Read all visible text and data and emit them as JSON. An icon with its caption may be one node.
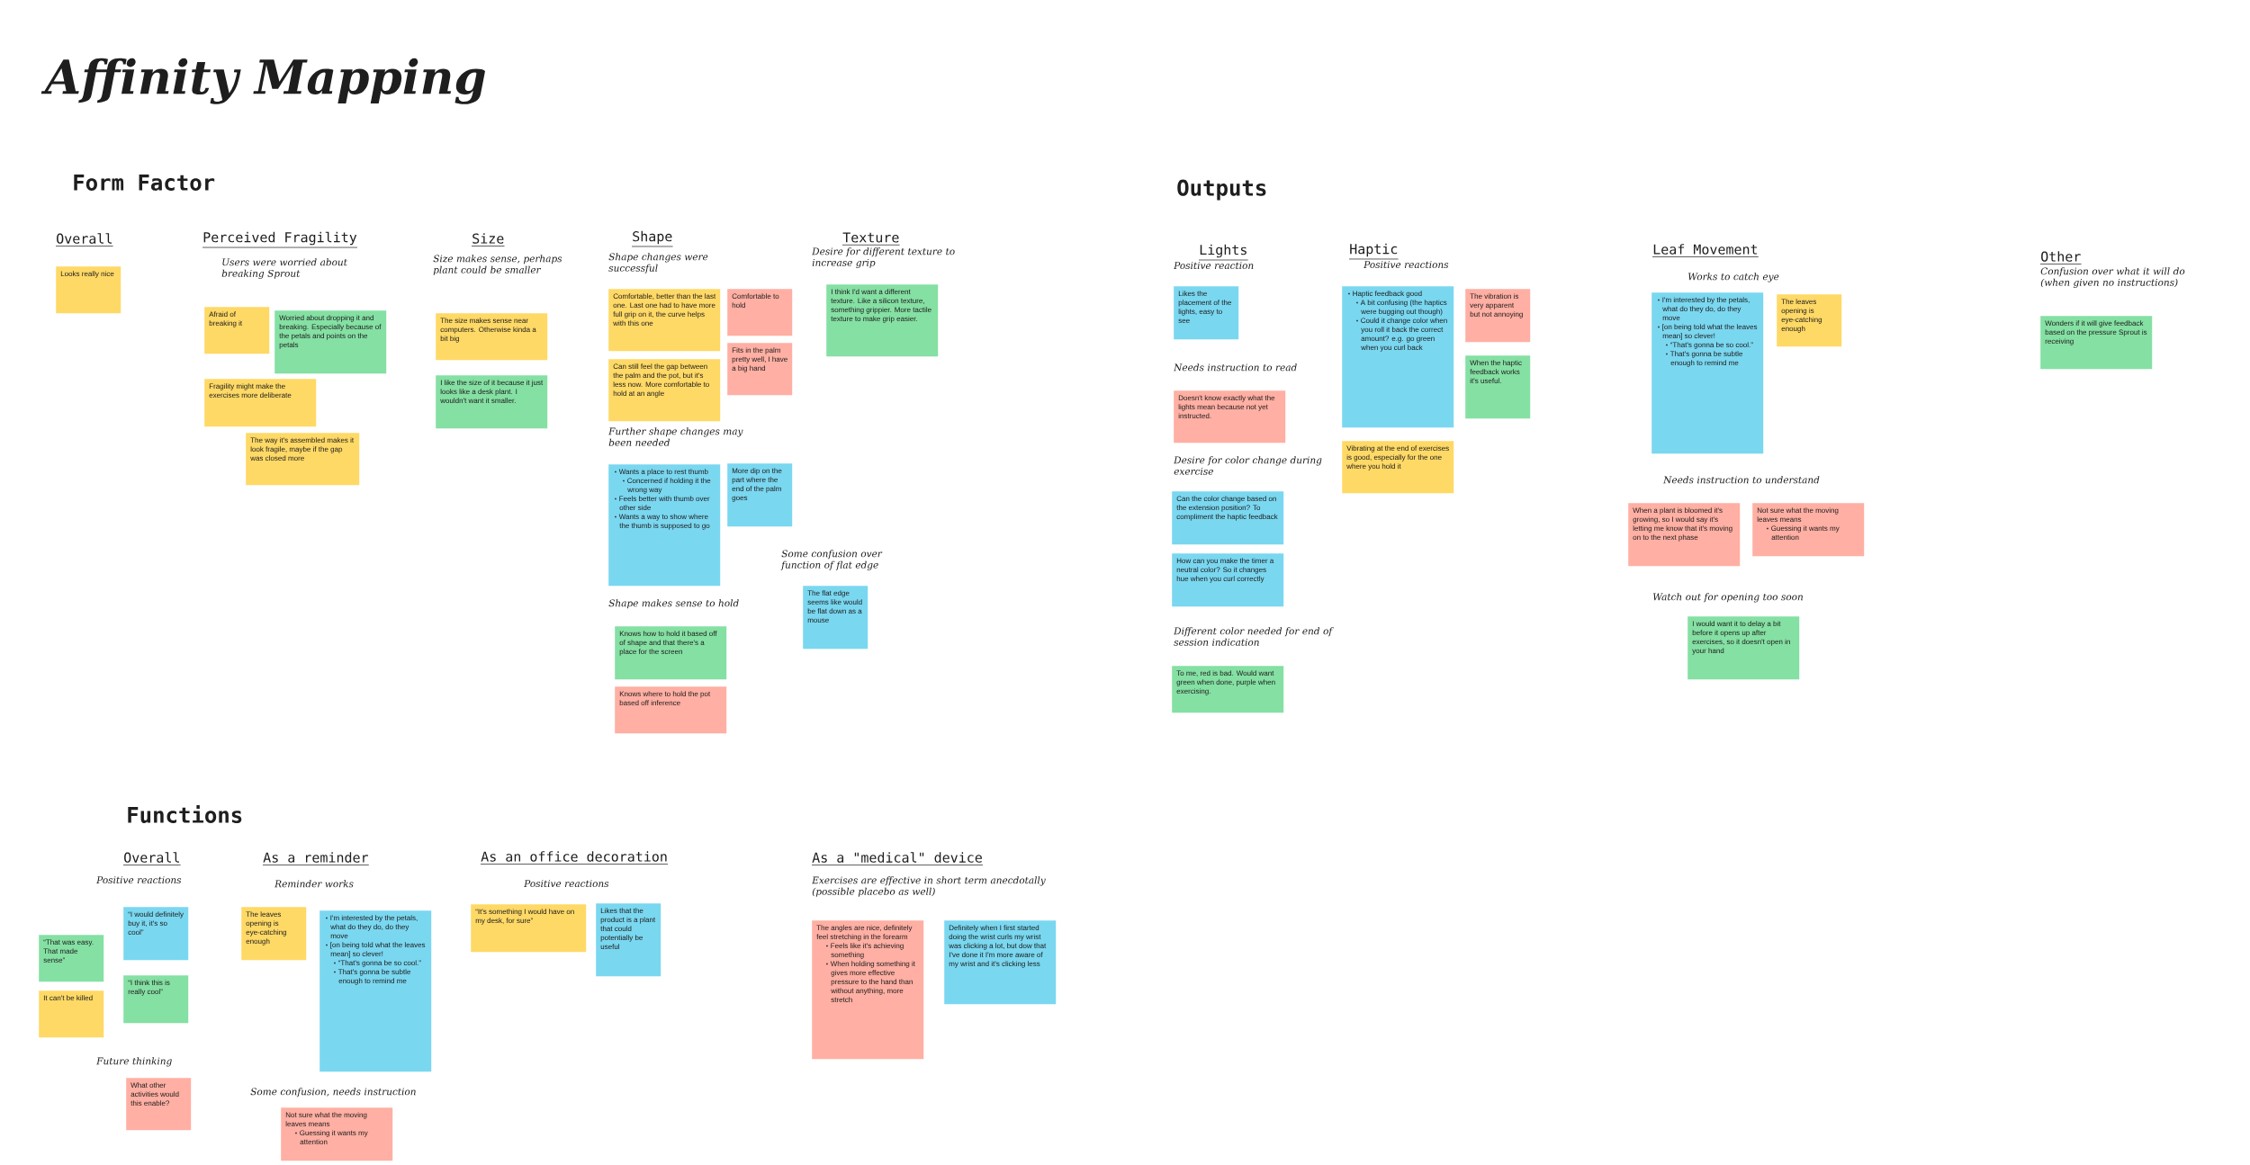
{
  "diagram": {
    "title": "Affinity Mapping",
    "nodes": [
      {
        "text": [
          "Looks really nice"
        ]
      },
      {
        "text": [
          "Afraid of breaking it"
        ]
      },
      {
        "text": [
          "Worried about dropping it and breaking. Especially because of the petals and points on the petals"
        ]
      },
      {
        "text": [
          "Fragility might make the exercises more deliberate"
        ]
      },
      {
        "text": [
          "The way it's assembled makes it look fragile, maybe if the gap was closed more"
        ]
      },
      {
        "text": [
          "The size makes sense near computers. Otherwise kinda a bit big"
        ]
      },
      {
        "text": [
          "I like the size of it because it just looks like a desk plant. I wouldn't want it smaller."
        ]
      },
      {
        "text": [
          "Comfortable, better than the last one. Last one had to have more full grip on it, the curve helps with this one"
        ]
      },
      {
        "text": [
          "Comfortable to hold"
        ]
      },
      {
        "text": [
          "Can still feel the gap between the palm and the pot, but it's less now. More comfortable to hold at an angle"
        ]
      },
      {
        "text": [
          "Fits in the palm pretty well, I have a big hand"
        ]
      },
      {
        "text": [
          "Wants a place to rest thumb",
          "Concerned if holding it the wrong way",
          "Feels better with thumb over other side",
          "Wants a way to show where the thumb is supposed to go"
        ]
      },
      {
        "text": [
          "More dip on the part where the end of the palm goes"
        ]
      },
      {
        "text": [
          "Knows how to hold it based off of shape and that there's a place for the screen"
        ]
      },
      {
        "text": [
          "Knows where to hold the pot based off inference"
        ]
      },
      {
        "text": [
          "I think I'd want a different texture. Like a silicon texture, something grippier. More tactile texture to make grip easier."
        ]
      },
      {
        "text": [
          "The flat edge seems like would be flat down as a mouse"
        ]
      },
      {
        "text": [
          "Likes the placement of the lights, easy to see"
        ]
      },
      {
        "text": [
          "Doesn't know exactly what the lights mean because not yet instructed."
        ]
      },
      {
        "text": [
          "Can the color change based on the extension position? To compliment the haptic feedback"
        ]
      },
      {
        "text": [
          "How can you make the timer a neutral color? So it changes hue when you curl correctly"
        ]
      },
      {
        "text": [
          "To me, red is bad. Would want green when done, purple when exercising."
        ]
      },
      {
        "text": [
          "Haptic feedback good",
          "A bit confusing (the haptics were bugging out though)",
          "Could it change color when you roll it back the correct amount? e.g. go green when you curl back"
        ]
      },
      {
        "text": [
          "The vibration is very apparent but not annoying"
        ]
      },
      {
        "text": [
          "When the haptic feedback works it's useful."
        ]
      },
      {
        "text": [
          "Vibrating at the end of exercises is good, especially for the one where you hold it"
        ]
      },
      {
        "text": [
          "I'm interested by the petals, what do they do, do they move",
          "[on being told what the leaves mean] so clever!",
          "“That's gonna be so cool.”",
          "That's gonna be subtle enough to remind me"
        ]
      },
      {
        "text": [
          "The leaves opening is eye-catching enough"
        ]
      },
      {
        "text": [
          "When a plant is bloomed it's growing, so I would say it's letting me know that it's moving on to the next phase"
        ]
      },
      {
        "text": [
          "Not sure what the moving leaves means",
          "Guessing it wants my attention"
        ]
      },
      {
        "text": [
          "I would want it to delay a bit before it opens up after exercises, so it doesn't open in your hand"
        ]
      },
      {
        "text": [
          "Wonders if it will give feedback based on the pressure Sprout is receiving"
        ]
      },
      {
        "text": [
          "“I would definitely buy it, it's so cool”"
        ]
      },
      {
        "text": [
          "“That was easy. That made sense”"
        ]
      },
      {
        "text": [
          "“I think this is really cool”"
        ]
      },
      {
        "text": [
          "It can't be killed"
        ]
      },
      {
        "text": [
          "What other activities would this enable?"
        ]
      },
      {
        "text": [
          "The leaves opening is eye-catching enough"
        ]
      },
      {
        "text": [
          "I'm interested by the petals, what do they do, do they move",
          "[on being told what the leaves mean] so clever!",
          "“That's gonna be so cool.”",
          "That's gonna be subtle enough to remind me"
        ]
      },
      {
        "text": [
          "Not sure what the moving leaves means",
          "Guessing it wants my attention"
        ]
      },
      {
        "text": [
          "“It's something I would have on my desk, for sure”"
        ]
      },
      {
        "text": [
          "Likes that the product is a plant that could potentially be useful"
        ]
      },
      {
        "text": [
          "The angles are nice, definitely feel stretching in the forearm",
          "Feels like it's achieving something",
          "When holding something it gives more effective pressure to the hand than without anything, more stretch"
        ]
      },
      {
        "text": [
          "Definitely when I first started doing the wrist curls my wrist was clicking a lot, but dow that I've done it I'm more aware of my wrist and it's clicking less"
        ]
      }
    ],
    "labels": [
      "Form Factor",
      "Overall",
      "Perceived Fragility",
      "Size",
      "Shape",
      "Texture",
      "Users were worried about breaking Sprout",
      "Size makes sense, perhaps plant could be smaller",
      "Shape changes were successful",
      "Desire for different texture to increase grip",
      "Further shape changes may been needed",
      "Some confusion over function of flat edge",
      "Shape makes sense to hold",
      "Outputs",
      "Lights",
      "Haptic",
      "Leaf Movement",
      "Other",
      "Positive reaction",
      "Positive reactions",
      "Works to catch eye",
      "Confusion over what it will do (when given no instructions)",
      "Needs instruction to read",
      "Desire for color change during exercise",
      "Needs instruction to understand",
      "Watch out for opening too soon",
      "Different color needed for end of session indication",
      "Functions",
      "Overall",
      "As a reminder",
      "As an office decoration",
      "As a \"medical\" device",
      "Positive reactions",
      "Reminder works",
      "Positive reactions",
      "Exercises are effective in short term anecdotally (possible placebo as well)",
      "Future thinking",
      "Some confusion, needs instruction"
    ]
  }
}
